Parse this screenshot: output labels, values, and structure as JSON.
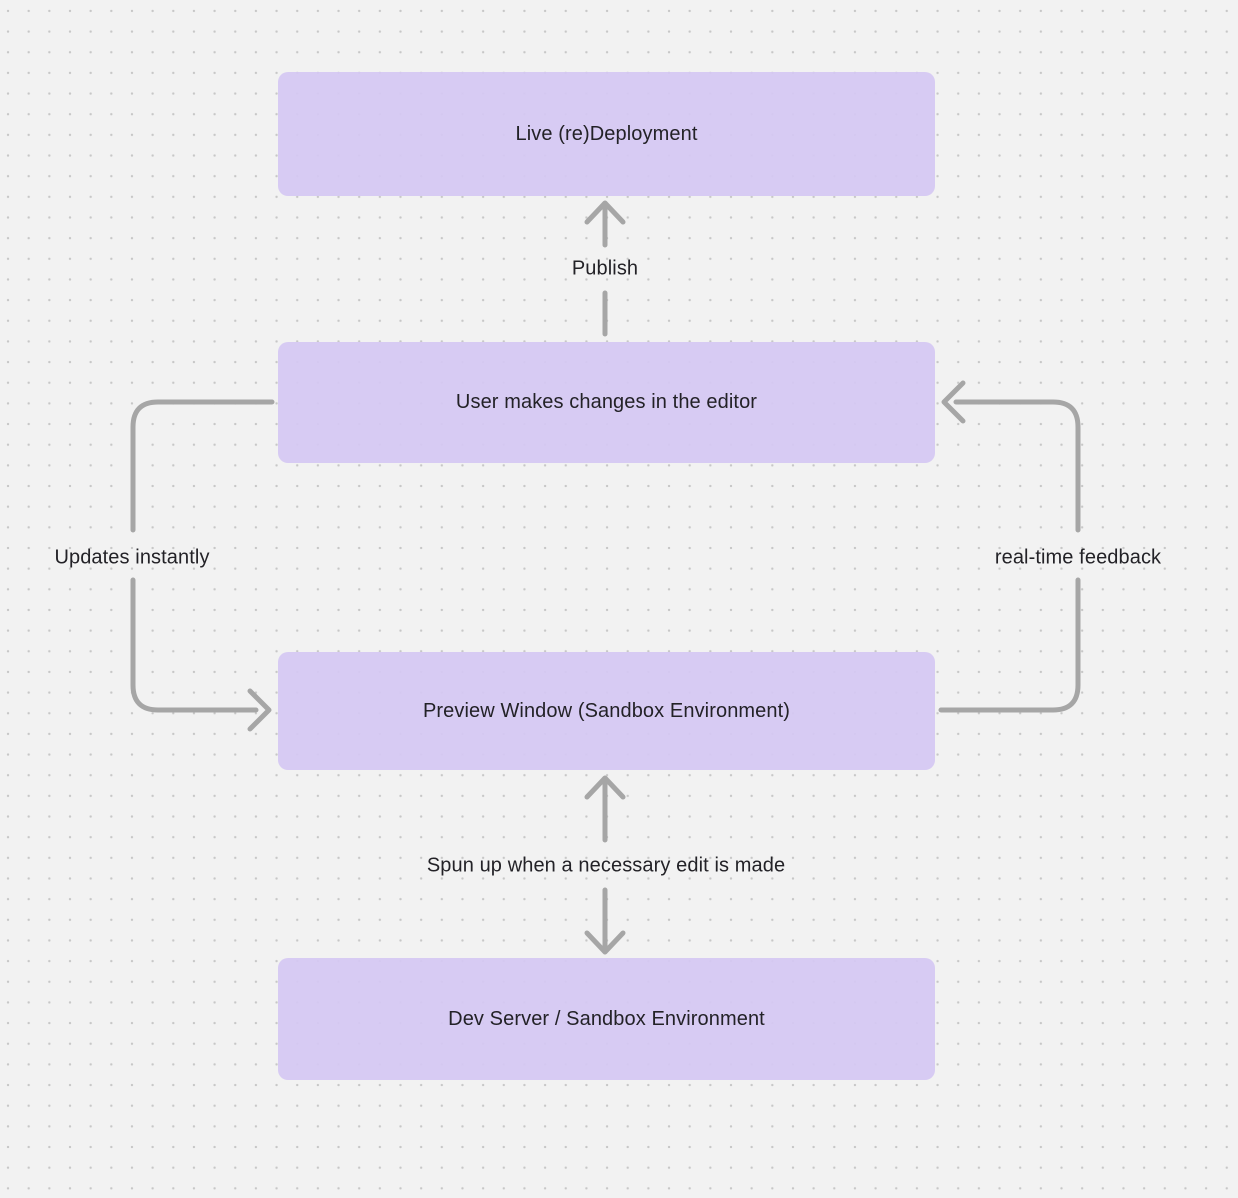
{
  "diagram": {
    "type": "flowchart",
    "background_color": "#f2f2f2",
    "dot_grid_color": "#c7c7c7",
    "node_fill_color": "#d5c8f3",
    "connector_color": "#a6a6a6",
    "text_color": "#232227"
  },
  "nodes": [
    {
      "id": "live-redeployment",
      "label": "Live (re)Deployment"
    },
    {
      "id": "user-editor",
      "label": "User makes changes in the editor"
    },
    {
      "id": "preview-window",
      "label": "Preview Window (Sandbox Environment)"
    },
    {
      "id": "dev-server",
      "label": "Dev Server / Sandbox Environment"
    }
  ],
  "edge_labels": [
    {
      "id": "publish",
      "label": "Publish"
    },
    {
      "id": "updates-instantly",
      "label": "Updates instantly"
    },
    {
      "id": "real-time-feedback",
      "label": "real-time feedback"
    },
    {
      "id": "spun-up",
      "label": "Spun up when a necessary edit is made"
    }
  ],
  "edges": [
    {
      "from": "user-editor",
      "to": "live-redeployment",
      "label": "Publish",
      "direction": "up",
      "style": "straight"
    },
    {
      "from": "user-editor",
      "to": "preview-window",
      "label": "Updates instantly",
      "side": "left",
      "style": "rounded-elbow"
    },
    {
      "from": "preview-window",
      "to": "user-editor",
      "label": "real-time feedback",
      "side": "right",
      "style": "rounded-elbow"
    },
    {
      "from": "preview-window",
      "to": "dev-server",
      "label": "Spun up when a necessary edit is made",
      "direction": "bidirectional",
      "style": "straight"
    }
  ]
}
